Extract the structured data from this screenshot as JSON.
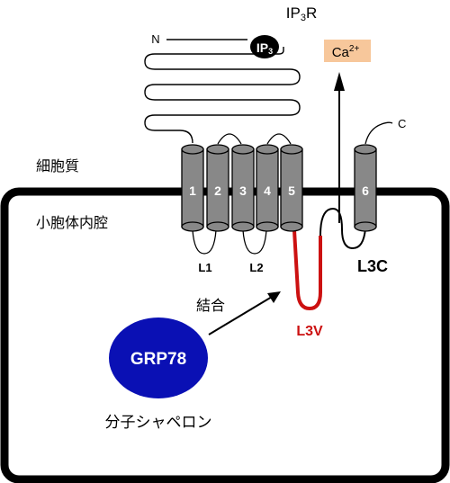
{
  "figure": {
    "protein_prefix": "IP",
    "protein_sub": "3",
    "protein_suffix": "R",
    "n_terminus": "N",
    "c_terminus": "C",
    "ligand_prefix": "IP",
    "ligand_sub": "3",
    "ion_base": "Ca",
    "ion_charge": "2+",
    "cytoplasm": "細胞質",
    "er_lumen": "小胞体内腔",
    "helices": [
      "1",
      "2",
      "3",
      "4",
      "5",
      "6"
    ],
    "loop_l1": "L1",
    "loop_l2": "L2",
    "loop_l3v": "L3V",
    "loop_l3c": "L3C",
    "binding": "結合",
    "chaperone_name": "GRP78",
    "chaperone_caption": "分子シャペロン"
  },
  "colors": {
    "helix_fill": "#888888",
    "l3v_red": "#cc1111",
    "grp78_blue": "#0a10b4",
    "ion_bg": "#f7c79b",
    "ligand_black": "#000000"
  }
}
